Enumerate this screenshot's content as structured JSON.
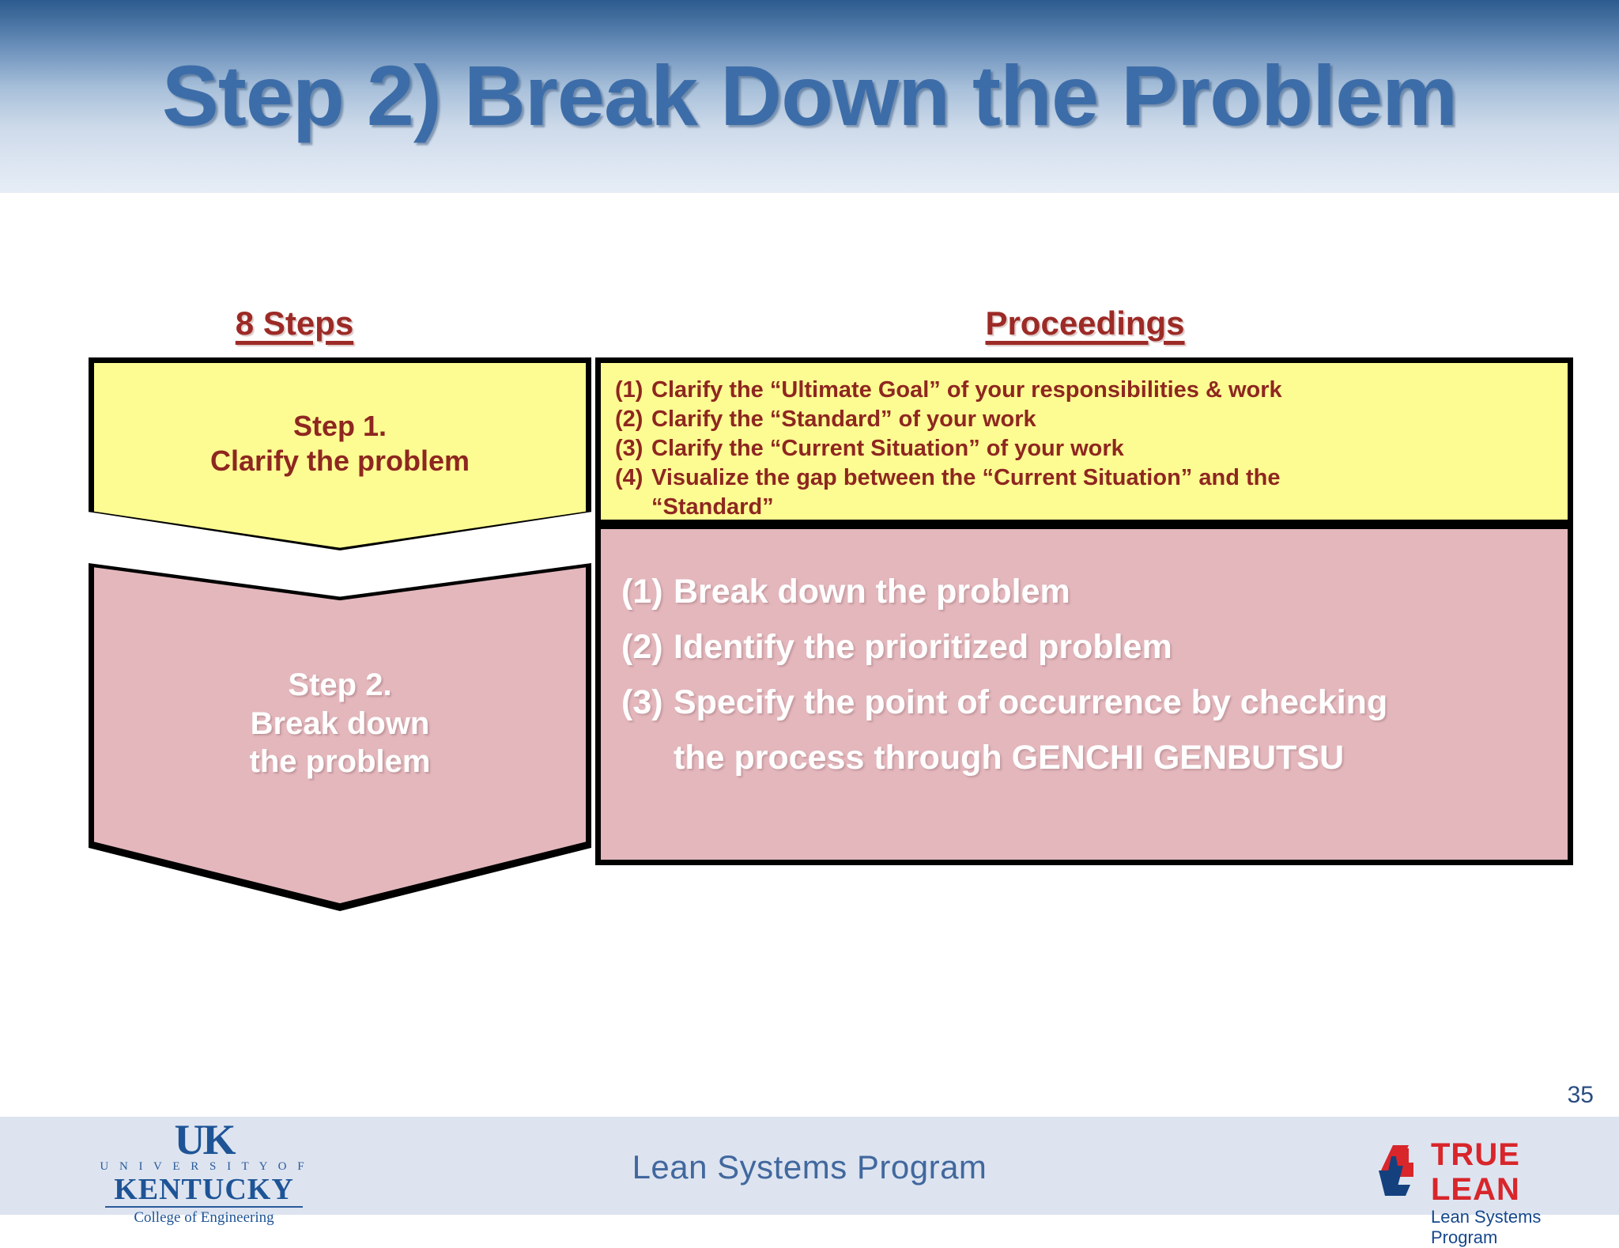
{
  "slide": {
    "title": "Step 2) Break Down the Problem",
    "page_number": "35",
    "accent_blue": "#3d6da8",
    "accent_red": "#9c2a26",
    "yellow_fill": "#fdfc92",
    "pink_fill": "#e3b7bc"
  },
  "columns": {
    "left_heading": "8 Steps",
    "right_heading": "Proceedings"
  },
  "steps": [
    {
      "label": "Step 1.\nClarify the problem",
      "fill": "#fdfc92",
      "text_color": "#8e2720"
    },
    {
      "label": "Step 2.\nBreak down\nthe problem",
      "fill": "#e3b7bc",
      "text_color": "#ffffff"
    }
  ],
  "proceedings": {
    "step1_items": [
      {
        "num": "(1)",
        "text": "Clarify the “Ultimate Goal” of your responsibilities & work"
      },
      {
        "num": "(2)",
        "text": "Clarify the “Standard” of your work"
      },
      {
        "num": "(3)",
        "text": "Clarify the “Current Situation” of your work"
      },
      {
        "num": "(4)",
        "text": "Visualize the gap between the “Current Situation” and the\n    “Standard”"
      }
    ],
    "step2_items": [
      {
        "num": "(1)",
        "text": "Break down the problem"
      },
      {
        "num": "(2)",
        "text": "Identify the prioritized problem"
      },
      {
        "num": "(3)",
        "text": "Specify the point of occurrence by checking\n    the process through GENCHI GENBUTSU"
      }
    ]
  },
  "footer": {
    "center_text": "Lean Systems Program",
    "uk_logo": {
      "mark": "UK",
      "university_of": "U N I V E R S I T Y   O F",
      "kentucky": "KENTUCKY",
      "college": "College of Engineering"
    },
    "true_lean_logo": {
      "title": "TRUE LEAN",
      "subtitle": "Lean Systems Program",
      "red": "#d8262b",
      "blue": "#16488c"
    }
  }
}
